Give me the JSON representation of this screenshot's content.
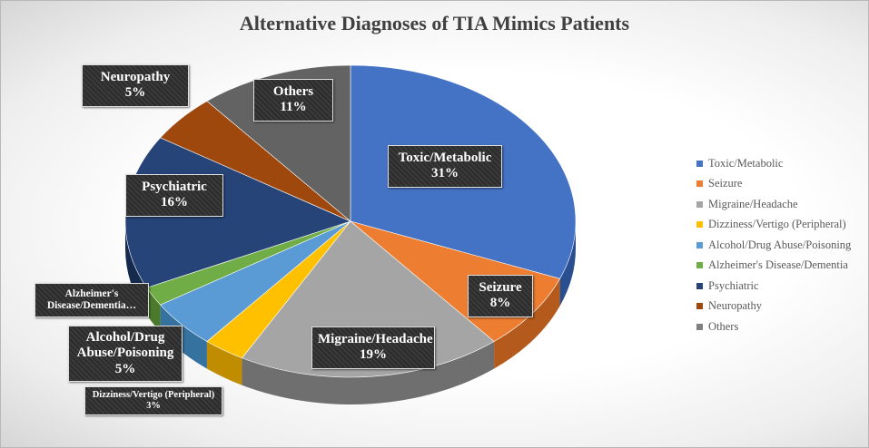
{
  "chart_data": {
    "type": "pie",
    "title": "Alternative Diagnoses of TIA Mimics Patients",
    "legend_position": "right",
    "slices": [
      {
        "name": "Toxic/Metabolic",
        "value": 31,
        "label": "31%",
        "color": "#4472c4",
        "side": "#2a4f91"
      },
      {
        "name": "Seizure",
        "value": 8,
        "label": "8%",
        "color": "#ed7d31",
        "side": "#b45a1c"
      },
      {
        "name": "Migraine/Headache",
        "value": 19,
        "label": "19%",
        "color": "#a5a5a5",
        "side": "#6f6f6f"
      },
      {
        "name": "Dizziness/Vertigo (Peripheral)",
        "value": 3,
        "label": "3%",
        "color": "#ffc000",
        "side": "#c08c00"
      },
      {
        "name": "Alcohol/Drug Abuse/Poisoning",
        "value": 5,
        "label": "5%",
        "color": "#5b9bd5",
        "side": "#36729f"
      },
      {
        "name": "Alzheimer's Disease/Dementia",
        "value": 2,
        "label": "",
        "color": "#70ad47",
        "side": "#4b7a2d"
      },
      {
        "name": "Psychiatric",
        "value": 16,
        "label": "16%",
        "color": "#264478",
        "side": "#152a4d"
      },
      {
        "name": "Neuropathy",
        "value": 5,
        "label": "5%",
        "color": "#9e480e",
        "side": "#6b2f07"
      },
      {
        "name": "Others",
        "value": 11,
        "label": "11%",
        "color": "#636363",
        "side": "#3e3e3e"
      }
    ],
    "callouts": {
      "toxic": {
        "name": "Toxic/Metabolic",
        "pct": "31%"
      },
      "seizure": {
        "name": "Seizure",
        "pct": "8%"
      },
      "migraine": {
        "name": "Migraine/Headache",
        "pct": "19%"
      },
      "dizziness": {
        "name": "Dizziness/Vertigo (Peripheral)",
        "pct": "3%"
      },
      "alcohol": {
        "name": "Alcohol/Drug Abuse/Poisoning",
        "pct": "5%"
      },
      "alzheimers": {
        "name": "Alzheimer's Disease/Dementia…"
      },
      "psychiatric": {
        "name": "Psychiatric",
        "pct": "16%"
      },
      "neuropathy": {
        "name": "Neuropathy",
        "pct": "5%"
      },
      "others": {
        "name": "Others",
        "pct": "11%"
      }
    },
    "legend": [
      {
        "label": "Toxic/Metabolic",
        "color": "#4472c4"
      },
      {
        "label": "Seizure",
        "color": "#ed7d31"
      },
      {
        "label": "Migraine/Headache",
        "color": "#a5a5a5"
      },
      {
        "label": "Dizziness/Vertigo (Peripheral)",
        "color": "#ffc000"
      },
      {
        "label": "Alcohol/Drug Abuse/Poisoning",
        "color": "#5b9bd5"
      },
      {
        "label": "Alzheimer's Disease/Dementia",
        "color": "#70ad47"
      },
      {
        "label": "Psychiatric",
        "color": "#264478"
      },
      {
        "label": "Neuropathy",
        "color": "#9e480e"
      },
      {
        "label": "Others",
        "color": "#7f7f7f"
      }
    ]
  }
}
